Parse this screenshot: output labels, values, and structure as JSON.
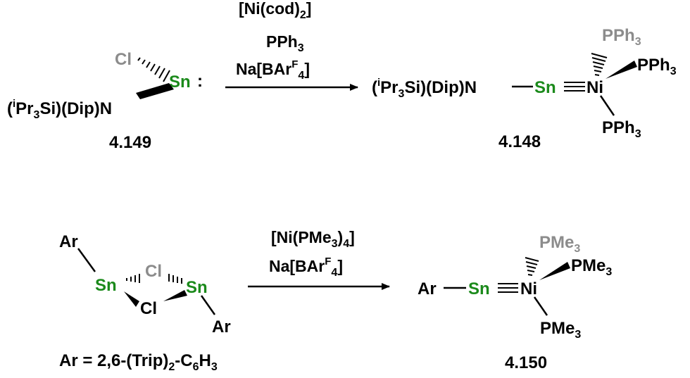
{
  "colors": {
    "tin": "#1b8a1b",
    "background_grey": "#8c8c8c",
    "text": "#000000"
  },
  "labels": {
    "cl": "Cl",
    "sn": "Sn",
    "ni": "Ni",
    "colon": ":",
    "n": "N",
    "ar": "Ar",
    "iPr_prefix": "(",
    "iPr_i": "i",
    "iPr_pr": "Pr",
    "iPr_3": "3",
    "iPr_rest": "Si)(Dip)",
    "pph": "PPh",
    "pme": "PMe",
    "sub3": "3"
  },
  "reaction1": {
    "reactant_id": "4.149",
    "product_id": "4.148",
    "reagents": {
      "line1_main": "[Ni(cod)",
      "line1_sub": "2",
      "line1_end": "]",
      "line2_main": "PPh",
      "line2_sub": "3",
      "line3_main": "Na[BAr",
      "line3_sup": "F",
      "line3_sub": "4",
      "line3_end": "]"
    }
  },
  "reaction2": {
    "product_id": "4.150",
    "ar_definition": {
      "main": "Ar = 2,6-(Trip)",
      "sub1": "2",
      "mid": "-C",
      "sub2": "6",
      "h": "H",
      "sub3": "3"
    },
    "reagents": {
      "line1_main": "[Ni(PMe",
      "line1_sub": "3",
      "line1_mid": ")",
      "line1_sub2": "4",
      "line1_end": "]",
      "line2_main": "Na[BAr",
      "line2_sup": "F",
      "line2_sub": "4",
      "line2_end": "]"
    }
  }
}
